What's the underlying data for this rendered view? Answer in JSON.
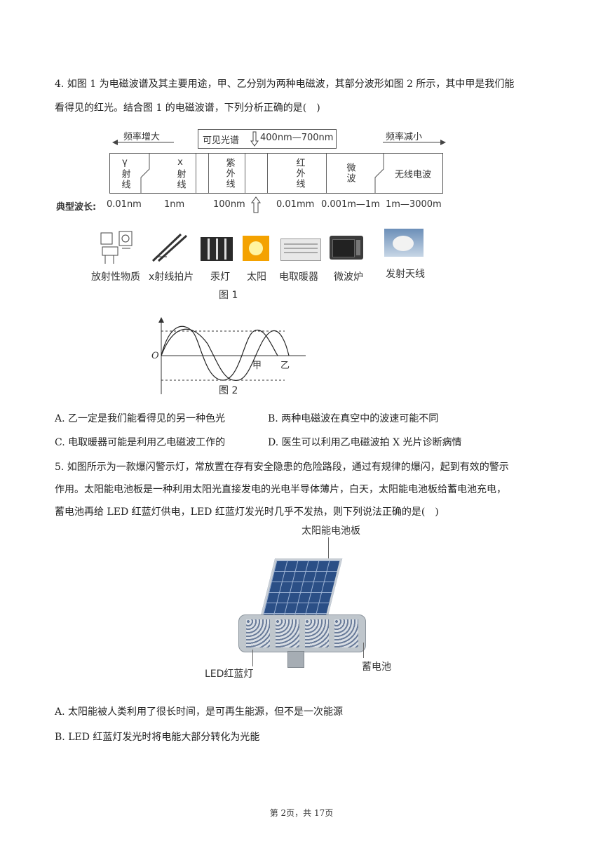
{
  "q4": {
    "line1": "4. 如图 1 为电磁波谱及其主要用途，甲、乙分别为两种电磁波，其部分波形如图 2 所示，其中甲是我们能",
    "line2": "看得见的红光。结合图 1 的电磁波谱，下列分析正确的是(　)",
    "fig1": {
      "freq_up": "频率增大",
      "visible": "可见光谱",
      "visible_range": "400nm—700nm",
      "freq_down": "频率减小",
      "cells": [
        "γ射线",
        "x射线",
        "紫外线",
        "红外线",
        "微波",
        "无线电波"
      ],
      "wavelength_label": "典型波长:",
      "wavelengths": [
        "0.01nm",
        "1nm",
        "100nm",
        "0.01mm",
        "0.001m—1m",
        "1m—3000m"
      ],
      "uses": [
        "放射性物质",
        "x射线拍片",
        "汞灯",
        "太阳",
        "电取暖器",
        "微波炉",
        "发射天线"
      ],
      "caption": "图 1"
    },
    "fig2": {
      "origin": "O",
      "jia": "甲",
      "yi": "乙",
      "caption": "图 2"
    },
    "options": {
      "A": "A. 乙一定是我们能看得见的另一种色光",
      "B": "B. 两种电磁波在真空中的波速可能不同",
      "C": "C. 电取暖器可能是利用乙电磁波工作的",
      "D": "D. 医生可以利用乙电磁波拍 X 光片诊断病情"
    }
  },
  "q5": {
    "line1": "5. 如图所示为一款爆闪警示灯，常放置在存有安全隐患的危险路段，通过有规律的爆闪，起到有效的警示",
    "line2": "作用。太阳能电池板是一种利用太阳光直接发电的光电半导体薄片，白天，太阳能电池板给蓄电池充电，",
    "line3": "蓄电池再给 LED 红蓝灯供电，LED 红蓝灯发光时几乎不发热，则下列说法正确的是(　)",
    "fig": {
      "panel": "太阳能电池板",
      "led": "LED红蓝灯",
      "battery": "蓄电池"
    },
    "options": {
      "A": "A. 太阳能被人类利用了很长时间，是可再生能源，但不是一次能源",
      "B": "B. LED 红蓝灯发光时将电能大部分转化为光能"
    }
  },
  "footer": "第 2页，共 17页"
}
